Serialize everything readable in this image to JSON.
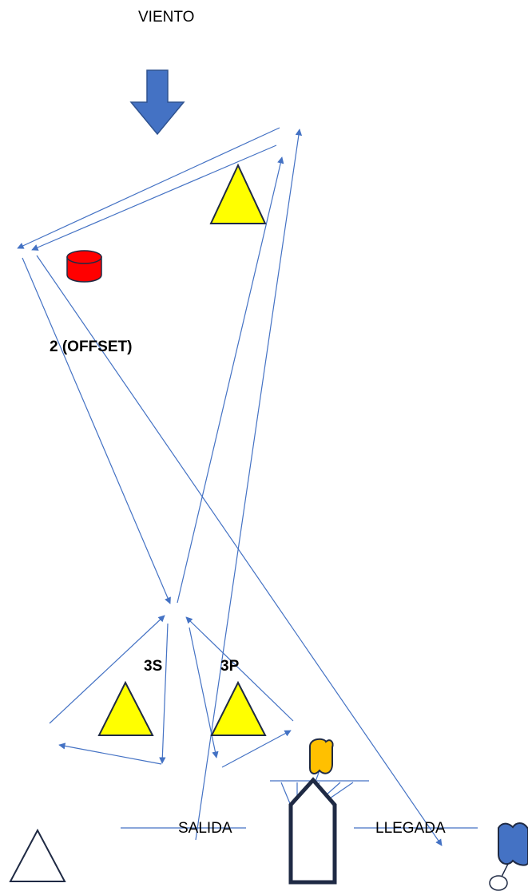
{
  "labels": {
    "wind": "VIENTO",
    "mark_2": "2 (OFFSET)",
    "mark_3s": "3S",
    "mark_3p": "3P",
    "start": "SALIDA",
    "finish": "LLEGADA"
  },
  "colors": {
    "course_line": "#4472c4",
    "wind_arrow": "#4472c4",
    "wind_arrow_border": "#2f528f",
    "mark_yellow": "#ffff00",
    "mark_outline": "#1f2a44",
    "mark_red": "#ff0000",
    "flag_orange": "#ffc000",
    "flag_blue": "#4472c4",
    "committee_boat": "#1f2a44"
  },
  "icons": {
    "wind": "down-arrow-icon",
    "mark_1": "yellow-triangle-buoy-icon",
    "mark_2": "red-cylinder-buoy-icon",
    "mark_3s": "yellow-triangle-buoy-icon",
    "mark_3p": "yellow-triangle-buoy-icon",
    "pin_end": "outline-triangle-icon",
    "committee_boat": "boat-icon",
    "start_flag": "orange-flag-icon",
    "finish_flag": "blue-flag-icon"
  }
}
